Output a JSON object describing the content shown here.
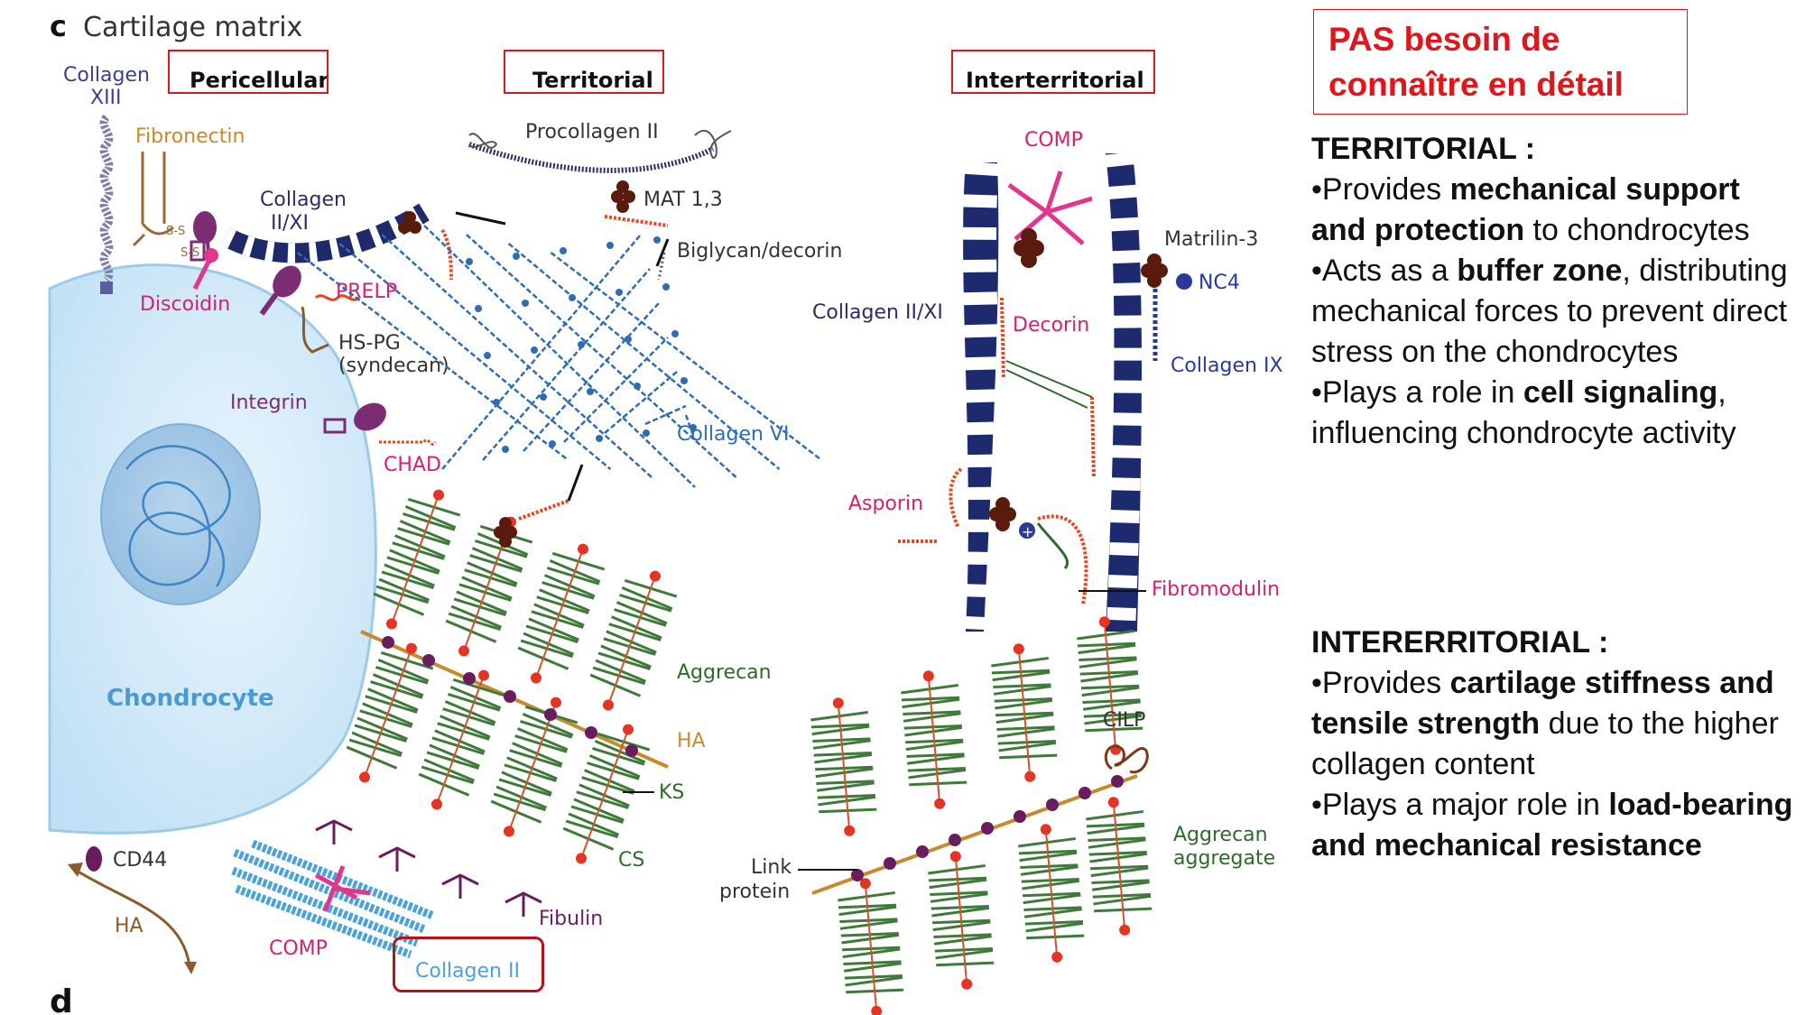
{
  "figure": {
    "panel_c": "c",
    "panel_title": "Cartilage matrix",
    "panel_d": "d",
    "zones": {
      "pericellular": "Pericellular",
      "territorial": "Territorial",
      "interterritorial": "Interterritorial"
    },
    "labels": {
      "collagen_xiii_1": "Collagen",
      "collagen_xiii_2": "XIII",
      "fibronectin": "Fibronectin",
      "collagen_iixi_1": "Collagen",
      "collagen_iixi_2": "II/XI",
      "ss_1": "S-S",
      "ss_2": "S-S",
      "discoidin": "Discoidin",
      "prelp": "PRELP",
      "hspg_1": "HS-PG",
      "hspg_2": "(syndecan)",
      "integrin": "Integrin",
      "chad": "CHAD",
      "chondrocyte": "Chondrocyte",
      "cd44": "CD44",
      "ha_left": "HA",
      "comp_bottom": "COMP",
      "collagen_ii_bottom": "Collagen II",
      "procollagen_ii": "Procollagen II",
      "mat13": "MAT 1,3",
      "biglycan": "Biglycan/decorin",
      "collagen_vi": "Collagen VI",
      "aggrecan": "Aggrecan",
      "ha_mid": "HA",
      "ks": "KS",
      "cs": "CS",
      "fibulin": "Fibulin",
      "comp_top": "COMP",
      "matrilin3": "Matrilin-3",
      "nc4": "NC4",
      "collagen_iixi_right": "Collagen II/XI",
      "decorin": "Decorin",
      "collagen_ix": "Collagen IX",
      "asporin": "Asporin",
      "fibromodulin": "Fibromodulin",
      "cilp": "CILP",
      "link_1": "Link",
      "link_2": "protein",
      "aggrecan_agg_1": "Aggrecan",
      "aggrecan_agg_2": "aggregate"
    }
  },
  "note_box": {
    "line1": "PAS besoin de",
    "line2": "connaître en détail"
  },
  "territorial": {
    "heading": "TERRITORIAL :",
    "b1_a": "•Provides ",
    "b1_bold": "mechanical support and protection",
    "b1_c": " to chondrocytes",
    "b2_a": "•Acts as a ",
    "b2_bold": "buffer zone",
    "b2_c": ", distributing mechanical forces to prevent direct stress on the chondrocytes",
    "b3_a": "•Plays a role in ",
    "b3_bold": "cell signaling",
    "b3_c": ", influencing chondrocyte activity"
  },
  "interterritorial": {
    "heading": "INTERERRITORIAL :",
    "b1_a": "•Provides ",
    "b1_bold": "cartilage stiffness and tensile strength",
    "b1_c": " due to the higher collagen content",
    "b2_a": "•Plays a major role in ",
    "b2_bold": "load-bearing and mechanical resistance",
    "b2_c": ""
  },
  "colors": {
    "accent_red": "#e0161b",
    "collagen_navy": "#1e2a6e",
    "gag_green": "#3f7a3a",
    "chondrocyte_blue": "#d6ecfa"
  }
}
